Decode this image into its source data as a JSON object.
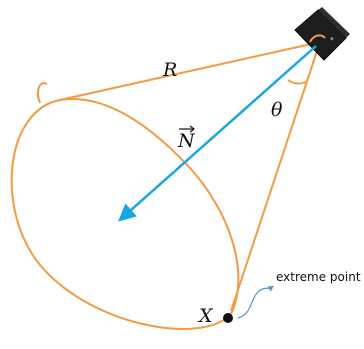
{
  "labels": {
    "radius": "R",
    "normal_vector": "N",
    "angle": "θ",
    "extreme_point_marker": "X",
    "extreme_point_note": "extreme point"
  },
  "colors": {
    "cone": "#f39a44",
    "normal_vector": "#1aa6e0",
    "callout_arrow": "#5b93c7",
    "point": "#111111",
    "emitter_body": "#1e1e1e",
    "text": "#111111"
  },
  "icons": {
    "emitter": "emitter-box-icon",
    "angle_arc": "angle-arc-icon",
    "extreme_point": "point-icon",
    "callout_arrow": "curved-arrow-icon"
  }
}
